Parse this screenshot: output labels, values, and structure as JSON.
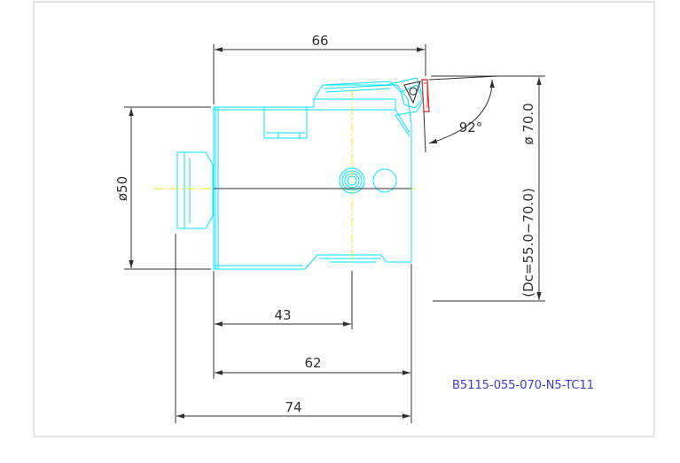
{
  "drawing": {
    "part_number": "B5115-055-070-N5-TC11",
    "dimensions": {
      "overall_top": "66",
      "shank_diameter": "ø50",
      "angle": "92°",
      "cutting_diameter": "ø 70.0",
      "diameter_range": "(Dc=55.0−70.0)",
      "length_43": "43",
      "length_62": "62",
      "length_74": "74"
    },
    "colors": {
      "outline": "#00e5ff",
      "dimension": "#303030",
      "centerline": "#e8e800",
      "insert": "#d94040",
      "part_number": "#3a3acc",
      "frame": "#c8c8c8"
    }
  }
}
